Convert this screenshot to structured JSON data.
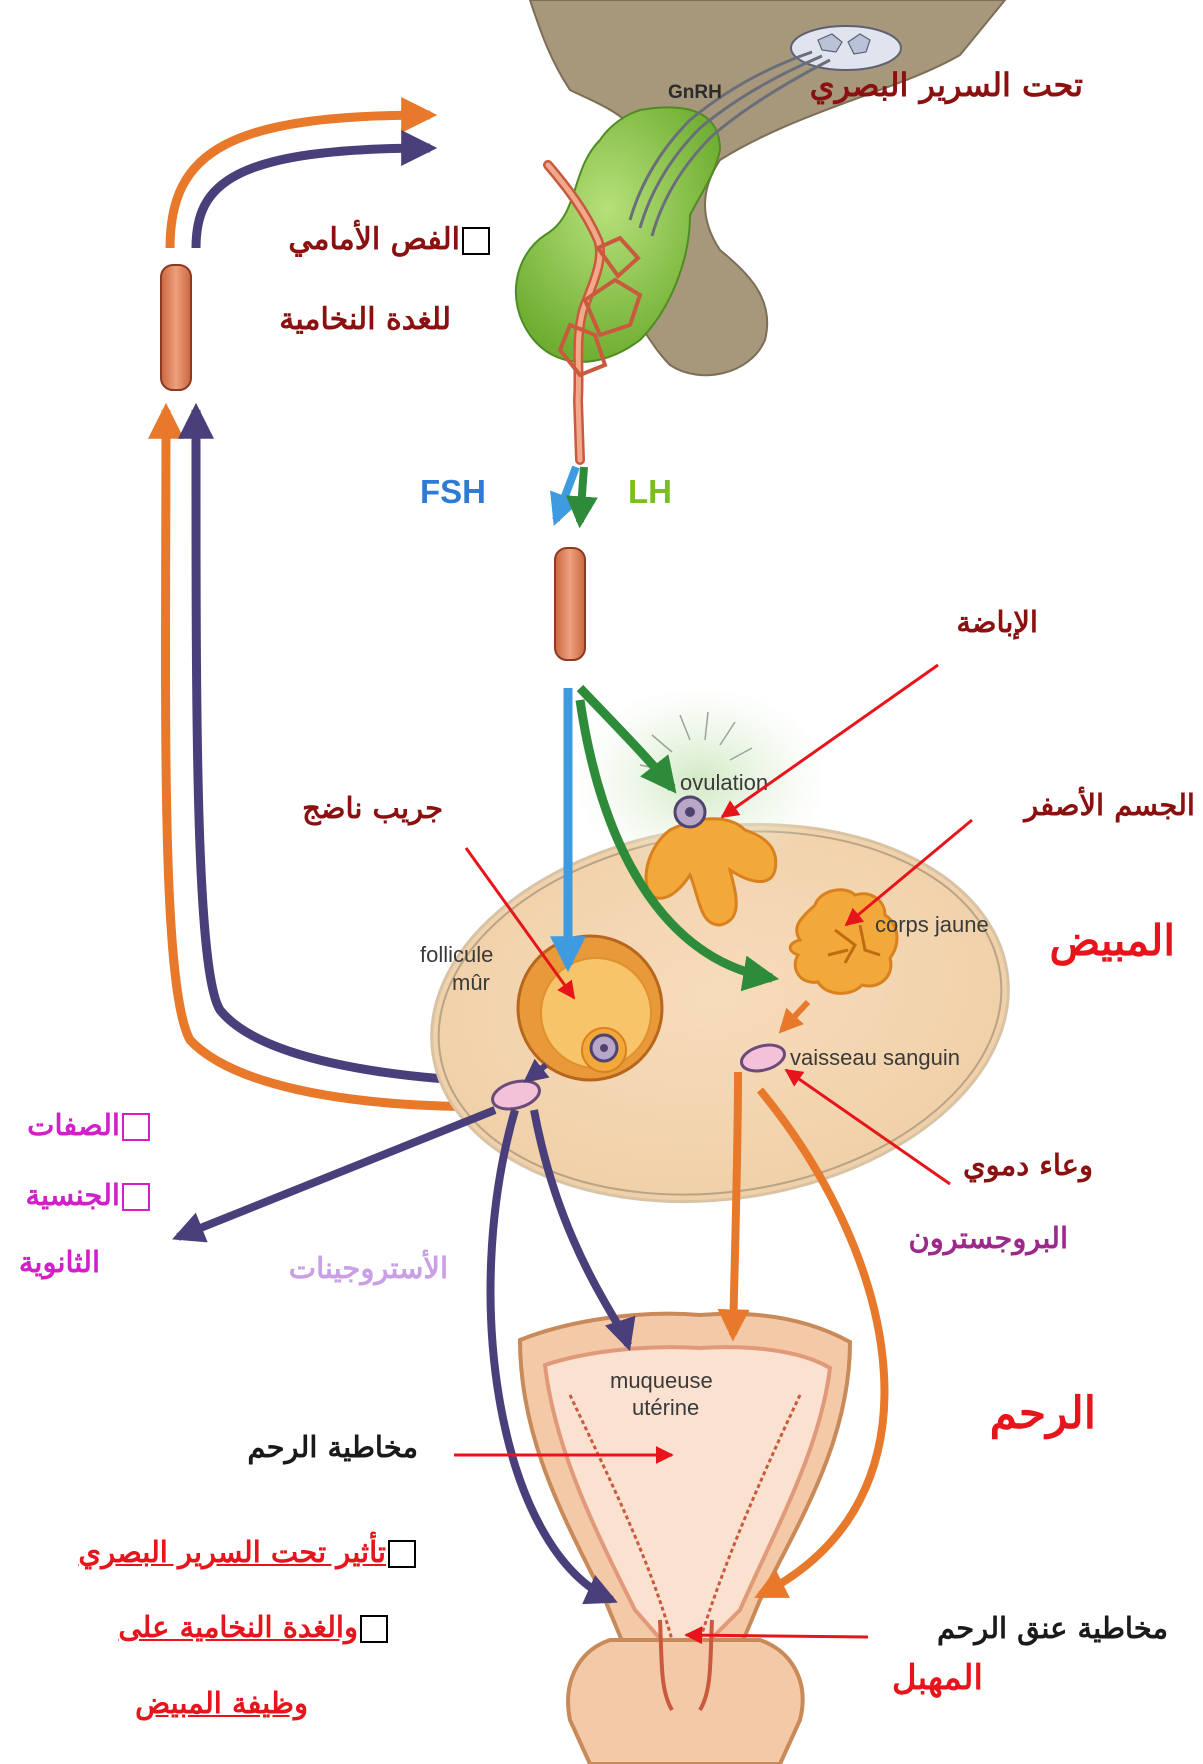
{
  "labels": {
    "hypothalamus": "تحت السرير البصري",
    "anterior_pituitary_1": "الفص الأمامي",
    "anterior_pituitary_2": "للغدة النخامية",
    "ovulation_ar": "الإباضة",
    "corpus_luteum_ar": "الجسم الأصفر",
    "mature_follicle_ar": "جريب ناضج",
    "ovary_ar": "المبيض",
    "blood_vessel_ar": "وعاء دموي",
    "progesterone_ar": "البروجسترون",
    "estrogens_ar": "الأستروجينات",
    "secondary_sex_1": "الصفات",
    "secondary_sex_2": "الجنسية",
    "secondary_sex_3": "الثانوية",
    "uterus_ar": "الرحم",
    "endometrium_ar": "مخاطية الرحم",
    "cervix_mucosa_ar": "مخاطية عنق الرحم",
    "vagina_ar": "المهبل",
    "caption_1": "تأثير تحت السرير البصري",
    "caption_2": "والغدة النخامية على",
    "caption_3": "وظيفة المبيض"
  },
  "labels_fr": {
    "gnrh": "GnRH",
    "fsh": "FSH",
    "lh": "LH",
    "ovulation": "ovulation",
    "corps_jaune": "corps jaune",
    "follicule_1": "follicule",
    "follicule_2": "mûr",
    "vaisseau": "vaisseau sanguin",
    "muqueuse_1": "muqueuse",
    "muqueuse_2": "utérine"
  },
  "colors": {
    "label_dark_red": "#8b1010",
    "ovary_red": "#e8141b",
    "magenta": "#d21fc9",
    "progesterone_purple": "#9c2a8a",
    "estrogen_lavender": "#c9a0e6",
    "fsh_blue": "#2e7bd6",
    "lh_green": "#7bbf1e",
    "estrogen_arrow": "#4a3f7a",
    "progesterone_arrow": "#e8782a",
    "lh_arrow": "#2e8b3a",
    "fsh_arrow": "#3e9be0",
    "pointer_red": "#e8141b"
  }
}
